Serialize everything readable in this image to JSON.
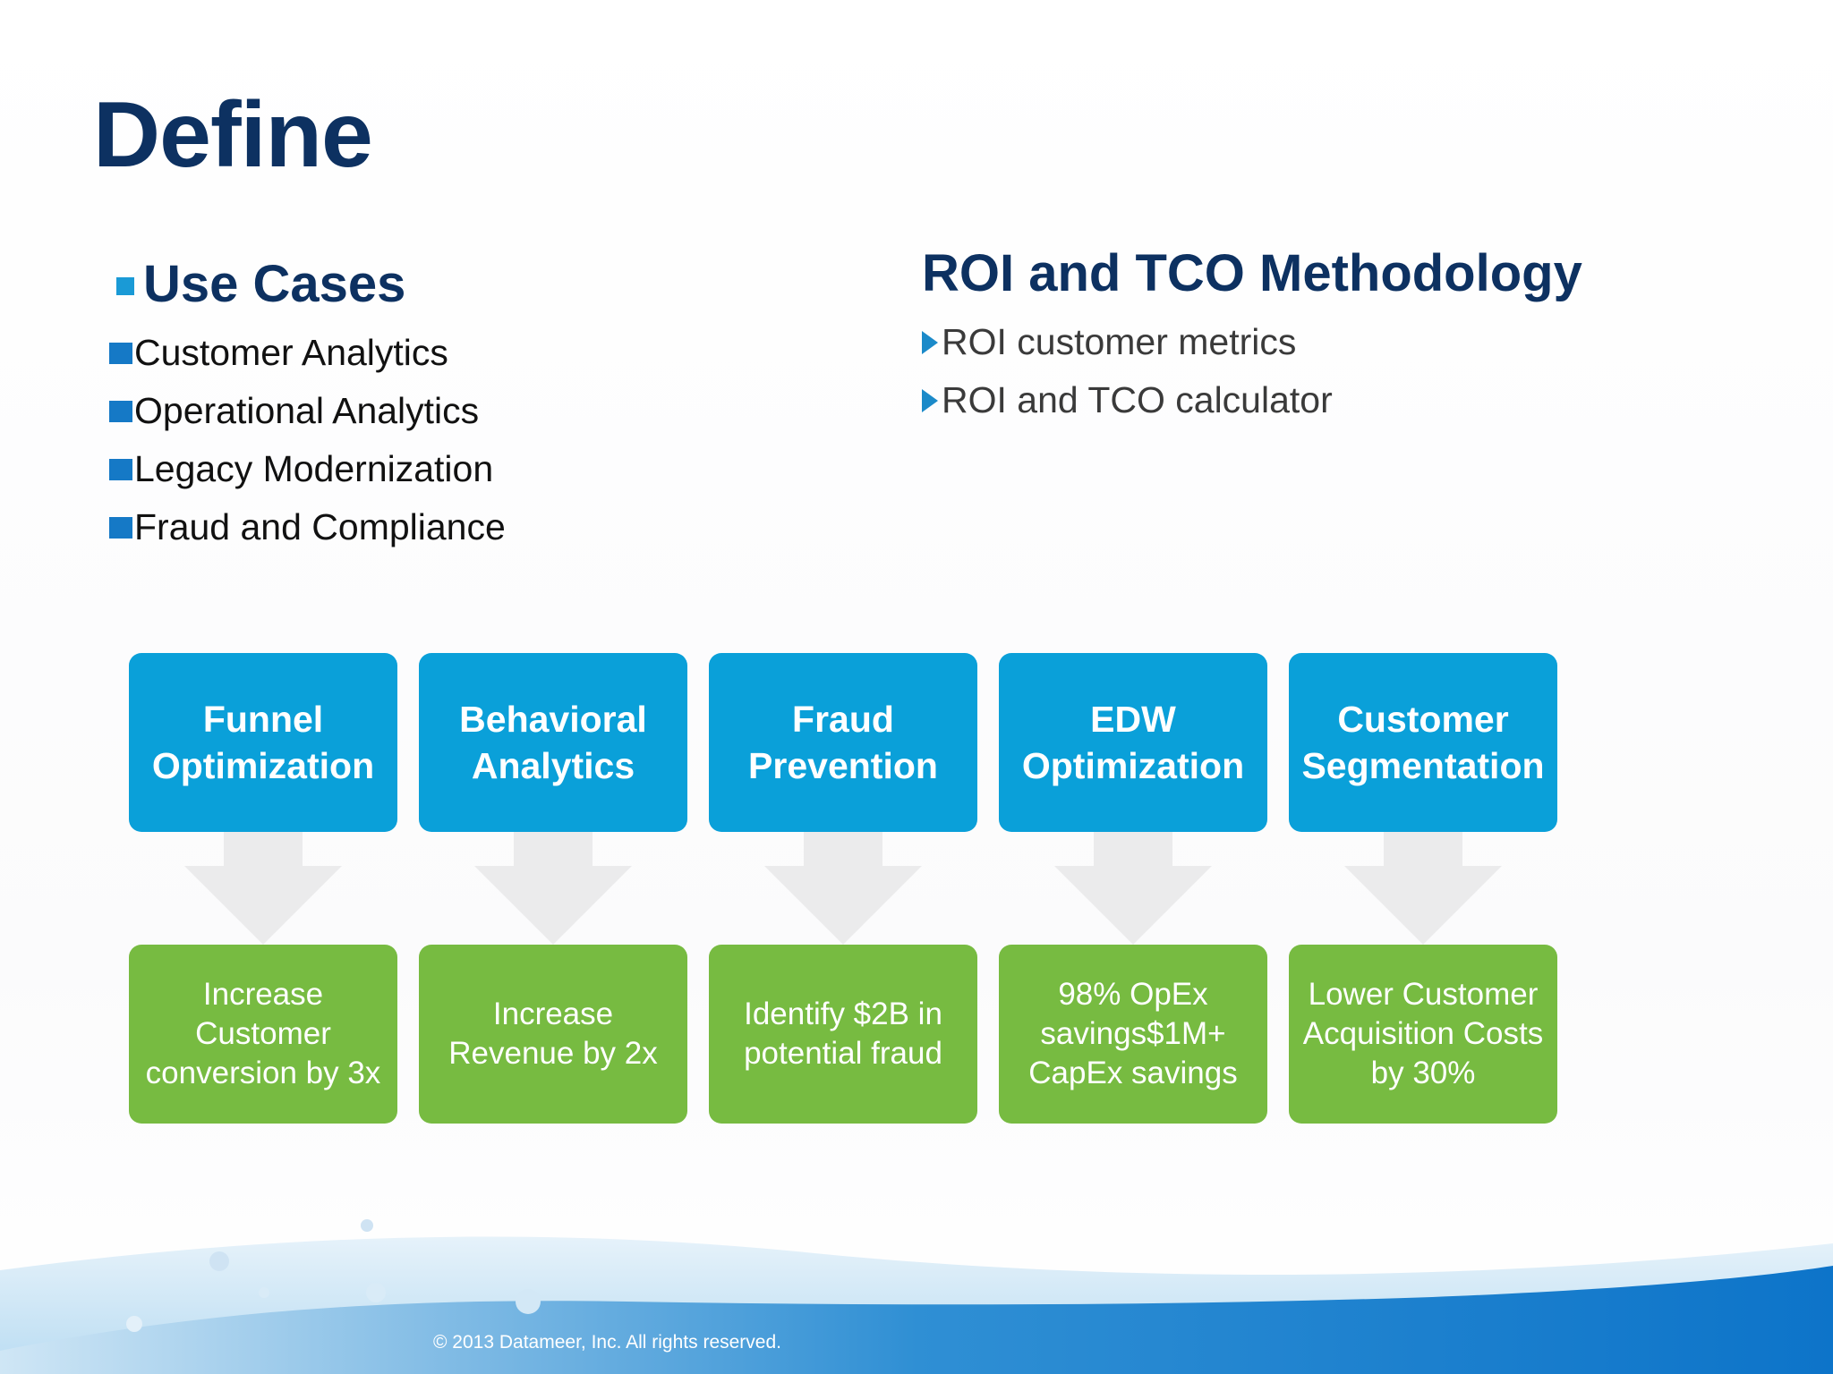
{
  "slide": {
    "title": "Define",
    "footer": "© 2013 Datameer, Inc. All rights reserved."
  },
  "use_cases": {
    "heading": "Use Cases",
    "items": [
      "Customer Analytics",
      "Operational Analytics",
      "Legacy Modernization",
      "Fraud and Compliance"
    ]
  },
  "roi": {
    "heading": "ROI and TCO Methodology",
    "items": [
      "ROI customer metrics",
      "ROI and TCO calculator"
    ]
  },
  "diagram": {
    "columns": [
      {
        "top": "Funnel Optimization",
        "bottom": "Increase Customer conversion by 3x"
      },
      {
        "top": "Behavioral Analytics",
        "bottom": "Increase Revenue by 2x"
      },
      {
        "top": "Fraud Prevention",
        "bottom": "Identify $2B in potential fraud"
      },
      {
        "top": "EDW Optimization",
        "bottom": "98% OpEx savings$1M+ CapEx savings"
      },
      {
        "top": "Customer Segmentation",
        "bottom": "Lower Customer Acquisition Costs by 30%"
      }
    ]
  },
  "colors": {
    "title": "#0d3161",
    "top_box": "#0aa0d9",
    "bottom_box": "#77bb41",
    "arrow": "#ebebec",
    "bullet_square": "#1579c6",
    "wave": "#1a8fd6"
  },
  "icons": {
    "use_case_bullet": "blue-square-icon",
    "roi_bullet": "blue-triangle-icon",
    "flow_arrow": "down-arrow-icon"
  }
}
